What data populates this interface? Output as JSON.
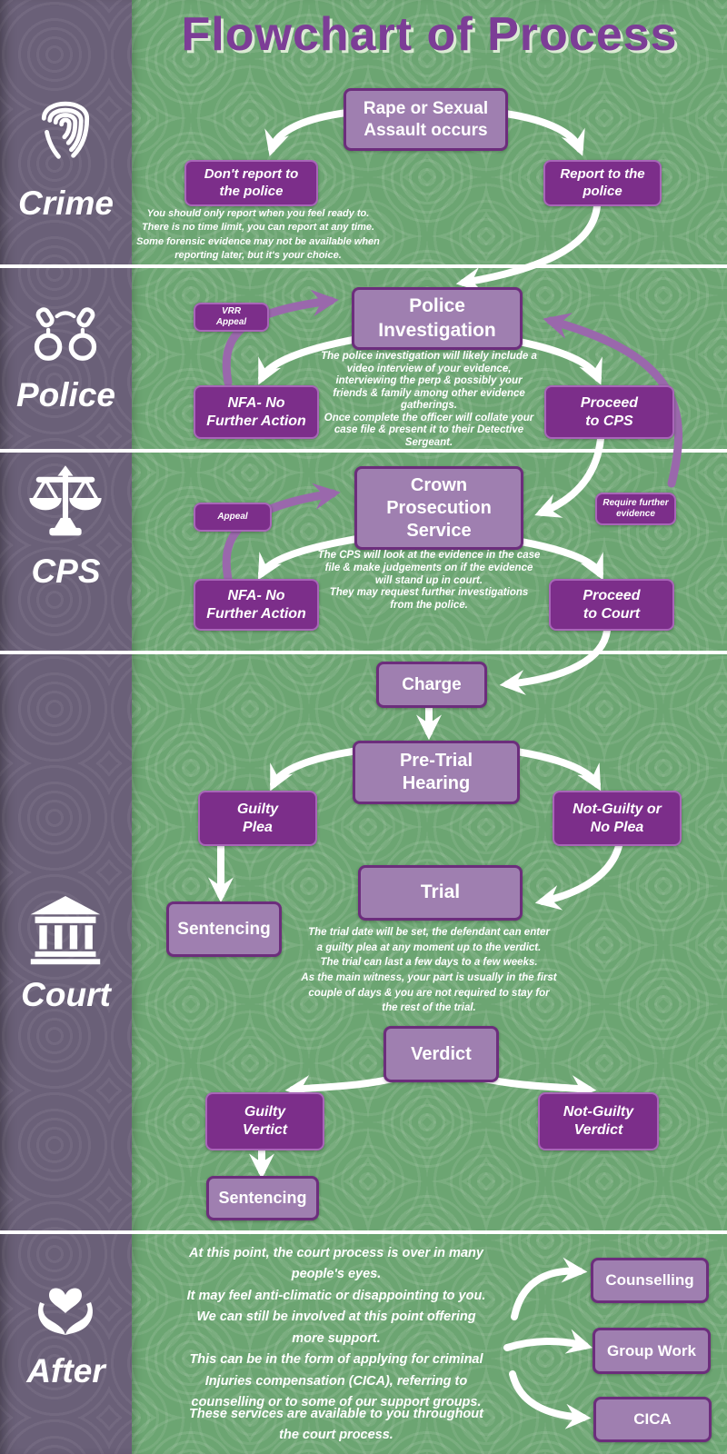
{
  "title": "Flowchart of Process",
  "colors": {
    "background_green": "#6CA572",
    "sidebar_purple": "#6A6078",
    "title_purple": "#7C3D96",
    "node_dark_purple": "#7C2E8A",
    "node_light_purple": "#9F7FB0",
    "node_border_purple": "#6C2D7C",
    "arrow_purple": "#9A68AC",
    "arrow_white": "#FFFFFF"
  },
  "sidebar": {
    "sections": [
      {
        "label": "Crime",
        "icon": "fingerprint-icon"
      },
      {
        "label": "Police",
        "icon": "handcuffs-icon"
      },
      {
        "label": "CPS",
        "icon": "scales-icon"
      },
      {
        "label": "Court",
        "icon": "courthouse-icon"
      },
      {
        "label": "After",
        "icon": "hands-heart-icon"
      }
    ]
  },
  "crime": {
    "start": "Rape or Sexual\nAssault occurs",
    "dont_report": "Don't report to\nthe police",
    "report": "Report to the\npolice",
    "note": "You should only report when you feel ready to.\nThere is no time limit, you can report at any time.\nSome forensic evidence may not be available when\nreporting later, but it's your choice."
  },
  "police": {
    "vrr_appeal": "VRR\nAppeal",
    "investigation": "Police\nInvestigation",
    "nfa": "NFA- No\nFurther Action",
    "proceed": "Proceed\nto CPS",
    "note": "The police investigation will likely include a\nvideo interview of your evidence,\ninterviewing the perp & possibly your\nfriends & family among other evidence\ngatherings.\nOnce complete the officer will collate your\ncase file & present it to their Detective\nSergeant."
  },
  "cps": {
    "appeal": "Appeal",
    "service": "Crown\nProsecution\nService",
    "require_evidence": "Require further\nevidence",
    "nfa": "NFA- No\nFurther Action",
    "proceed": "Proceed\nto Court",
    "note": "The CPS will look at the evidence in the case\nfile & make judgements on if the evidence\nwill stand up in court.\nThey may request further investigations\nfrom the police."
  },
  "court": {
    "charge": "Charge",
    "pretrial": "Pre-Trial\nHearing",
    "guilty_plea": "Guilty\nPlea",
    "notguilty_plea": "Not-Guilty or\nNo Plea",
    "sentencing_early": "Sentencing",
    "trial": "Trial",
    "trial_note": "The trial date will be set, the defendant can enter\na guilty plea at any moment up to the verdict.\nThe trial can last a few days to a few weeks.\nAs the main witness, your part is usually in the first\ncouple of days & you are not required to stay for\nthe rest of the trial.",
    "verdict": "Verdict",
    "guilty_verdict": "Guilty\nVertict",
    "notguilty_verdict": "Not-Guilty\nVerdict",
    "sentencing_final": "Sentencing"
  },
  "after": {
    "note": "At this point, the court process is over in many\npeople's eyes.\nIt may feel anti-climatic or disappointing to you.\nWe can still be involved at this point offering\nmore support.\nThis can be in the form of applying for criminal\nInjuries compensation (CICA), referring to\ncounselling or to some of our support groups.",
    "services_note": "These services are available to you throughout\nthe court process.",
    "counselling": "Counselling",
    "group_work": "Group Work",
    "cica": "CICA"
  }
}
